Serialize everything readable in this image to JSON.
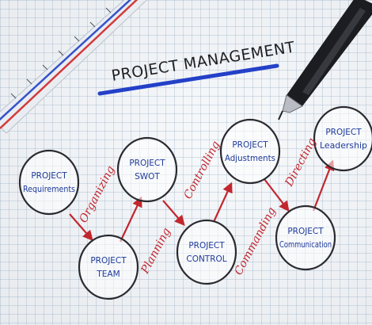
{
  "title": "PROJECT MANAGEMENT",
  "colors": {
    "ink_blue": "#1e3a9a",
    "ink_red": "#c2262e",
    "title_underline": "#2340c8",
    "paper": "#f7f9fb"
  },
  "nodes": {
    "requirements": {
      "line1": "PROJECT",
      "line2": "Requirements"
    },
    "team": {
      "line1": "PROJECT",
      "line2": "TEAM"
    },
    "swot": {
      "line1": "PROJECT",
      "line2": "SWOT"
    },
    "control": {
      "line1": "PROJECT",
      "line2": "CONTROL"
    },
    "adjustments": {
      "line1": "PROJECT",
      "line2": "Adjustments"
    },
    "communication": {
      "line1": "PROJECT",
      "line2": "Communication"
    },
    "leadership": {
      "line1": "PROJECT",
      "line2": "Leadership"
    }
  },
  "labels": {
    "organizing": "Organizing",
    "planning": "Planning",
    "controlling": "Controlling",
    "commanding": "Commanding",
    "directing": "Directing"
  },
  "props": [
    "ruler",
    "pen"
  ]
}
